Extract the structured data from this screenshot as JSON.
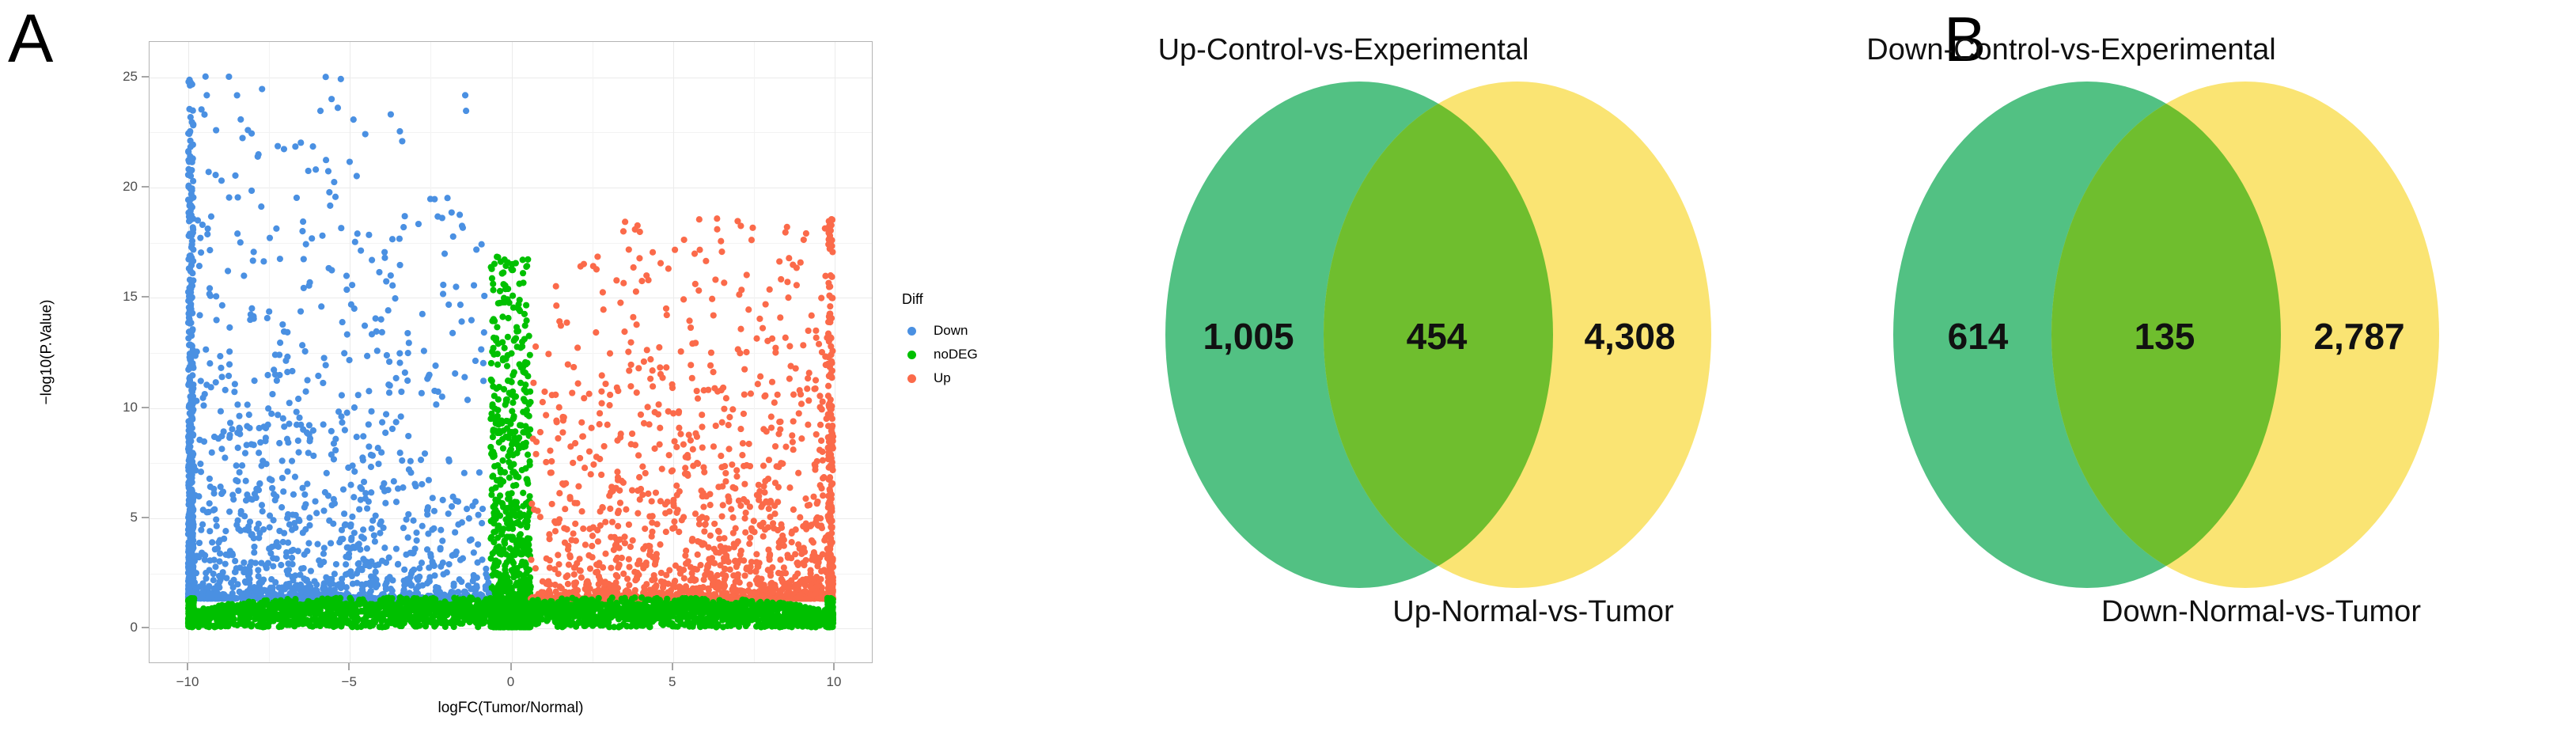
{
  "figure": {
    "panels": [
      {
        "letter": "A"
      },
      {
        "letter": "B"
      }
    ]
  },
  "panel_a": {
    "letter": "A",
    "legend": {
      "title": "Diff",
      "items": [
        {
          "label": "Down",
          "color": "#4A90E2"
        },
        {
          "label": "noDEG",
          "color": "#00C000"
        },
        {
          "label": "Up",
          "color": "#FB6A4A"
        }
      ]
    },
    "chart_data": {
      "type": "scatter",
      "title": "",
      "xlabel": "logFC(Tumor/Normal)",
      "ylabel": "−log10(P.Value)",
      "xlim": [
        -11.2,
        11.2
      ],
      "ylim": [
        -1.6,
        26.6
      ],
      "xticks": [
        -10,
        -5,
        0,
        5,
        10
      ],
      "xticklabels": [
        "−10",
        "−5",
        "0",
        "5",
        "10"
      ],
      "yticks": [
        0,
        5,
        10,
        15,
        20,
        25
      ],
      "yticklabels": [
        "0",
        "5",
        "10",
        "15",
        "20",
        "25"
      ],
      "grid": true,
      "legend_title": "Diff",
      "legend_position": "right",
      "series": [
        {
          "name": "Down",
          "color": "#4A90E2",
          "n_points": 2100,
          "description": "Downregulated genes: logFC between -10 and -0.6, -log10(P) above 1.3; dense vertical pile-up clamped at logFC = -10, point cloud thins upward to -log10(P) ~ 25",
          "x_range": [
            -10.0,
            -0.62
          ],
          "y_range": [
            1.3,
            25.1
          ],
          "clamp_x": -10.0,
          "clamp_fraction": 0.28,
          "y_decay": 3.6
        },
        {
          "name": "noDEG",
          "color": "#00C000",
          "n_points": 2600,
          "description": "Non-differentially expressed genes: a dense horizontal band with -log10(P) below 1.3 spanning the whole logFC range, plus a narrow vertical band near logFC = 0 reaching up to -log10(P) ~ 17",
          "band_x_range": [
            -10.0,
            10.0
          ],
          "band_y_range": [
            0.0,
            1.35
          ],
          "column_x_range": [
            -0.62,
            0.62
          ],
          "column_y_range": [
            0.0,
            17.0
          ],
          "column_fraction": 0.3
        },
        {
          "name": "Up",
          "color": "#FB6A4A",
          "n_points": 2000,
          "description": "Upregulated genes: logFC between 0.6 and 10, -log10(P) above 1.3; dense vertical pile-up clamped at logFC = 10, thins upward to -log10(P) ~ 18.6",
          "x_range": [
            0.62,
            10.0
          ],
          "y_range": [
            1.3,
            18.6
          ],
          "clamp_x": 10.0,
          "clamp_fraction": 0.17,
          "y_decay": 4.0
        }
      ]
    }
  },
  "panel_b": {
    "letter": "B",
    "colors": {
      "set_a_fill": "#52C183",
      "set_b_fill": "#FAE473",
      "overlap_fill": "#6FBE2E",
      "text": "#111111"
    },
    "chart_data": {
      "type": "venn",
      "diagrams": [
        {
          "name": "up-venn",
          "set_a_label": "Up-Control-vs-Experimental",
          "set_b_label": "Up-Normal-vs-Tumor",
          "a_only": "1,005",
          "intersection": "454",
          "b_only": "4,308",
          "a_only_value": 1005,
          "intersection_value": 454,
          "b_only_value": 4308
        },
        {
          "name": "down-venn",
          "set_a_label": "Down-Control-vs-Experimental",
          "set_b_label": "Down-Normal-vs-Tumor",
          "a_only": "614",
          "intersection": "135",
          "b_only": "2,787",
          "a_only_value": 614,
          "intersection_value": 135,
          "b_only_value": 2787
        }
      ]
    }
  }
}
